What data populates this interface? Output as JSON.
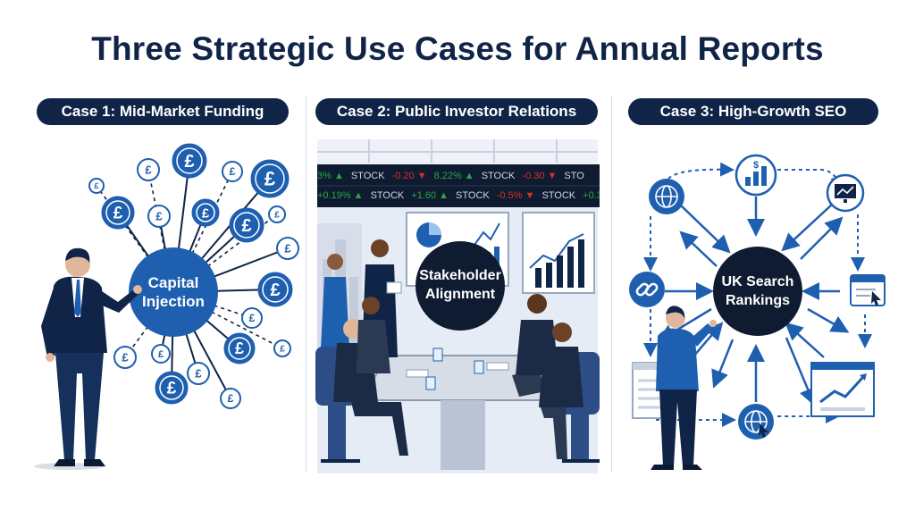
{
  "title": "Three Strategic Use Cases for Annual Reports",
  "cases": [
    {
      "label": "Case 1: Mid-Market Funding",
      "center": [
        "Capital",
        "Injection"
      ],
      "coin_symbol": "£"
    },
    {
      "label": "Case 2: Public Investor Relations",
      "center": [
        "Stakeholder",
        "Alignment"
      ],
      "ticker_row_1": [
        {
          "text": "3%",
          "dir": "up"
        },
        {
          "text": "STOCK",
          "dir": "none"
        },
        {
          "text": "-0.20",
          "dir": "down"
        },
        {
          "text": "8.22%",
          "dir": "up"
        },
        {
          "text": "STOCK",
          "dir": "none"
        },
        {
          "text": "-0.30",
          "dir": "down"
        },
        {
          "text": "STO",
          "dir": "none"
        }
      ],
      "ticker_row_2": [
        {
          "text": "+0.19%",
          "dir": "up"
        },
        {
          "text": "STOCK",
          "dir": "none"
        },
        {
          "text": "+1.60",
          "dir": "up"
        },
        {
          "text": "STOCK",
          "dir": "none"
        },
        {
          "text": "-0.5%",
          "dir": "down"
        },
        {
          "text": "STOCK",
          "dir": "none"
        },
        {
          "text": "+0.3",
          "dir": "up"
        }
      ]
    },
    {
      "label": "Case 3: High-Growth SEO",
      "center": [
        "UK Search",
        "Rankings"
      ],
      "dollar_symbol": "$"
    }
  ],
  "colors": {
    "navy": "#0f2447",
    "blue": "#1f5fb0",
    "light": "#e8eef7",
    "up": "#27a844",
    "down": "#d9302c"
  },
  "icons": [
    "pound-coin-icon",
    "person-pointing-icon",
    "stock-ticker-icon",
    "pie-chart-icon",
    "bar-chart-icon",
    "globe-icon",
    "link-icon",
    "monitor-chart-icon",
    "browser-window-icon",
    "money-chart-icon",
    "cursor-icon"
  ]
}
